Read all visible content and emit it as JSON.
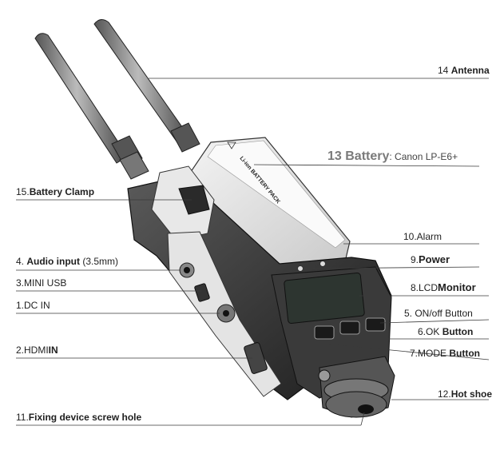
{
  "callouts": {
    "c14": {
      "num": "14 ",
      "name": "Antenna",
      "sub": ""
    },
    "c13": {
      "num": "13 Battery",
      "name": ": Canon LP-E6+",
      "sub": ""
    },
    "c15": {
      "num": "15.",
      "name": "Battery Clamp",
      "sub": ""
    },
    "c10": {
      "num": "10.Alarm",
      "name": "",
      "sub": ""
    },
    "c4": {
      "num": "4. ",
      "name": "Audio input",
      "sub": " (3.5mm)"
    },
    "c9": {
      "num": "9.",
      "name": "Power",
      "sub": ""
    },
    "c3": {
      "num": "3.MINI USB",
      "name": "",
      "sub": ""
    },
    "c8": {
      "num": "8.LCD",
      "name": "Monitor",
      "sub": ""
    },
    "c1": {
      "num": "1.DC IN",
      "name": "",
      "sub": ""
    },
    "c5": {
      "num": "5. ON/off Button",
      "name": "",
      "sub": ""
    },
    "c6": {
      "num": "6.OK ",
      "name": "Button",
      "sub": ""
    },
    "c2": {
      "num": "2.HDMI",
      "name": "IN",
      "sub": ""
    },
    "c7": {
      "num": "7.MODE ",
      "name": "Button",
      "sub": ""
    },
    "c12": {
      "num": "12.",
      "name": "Hot shoe",
      "sub": ""
    },
    "c11": {
      "num": "11.",
      "name": "Fixing device screw hole",
      "sub": ""
    }
  },
  "battery_label": "Li-ion BATTERY PACK",
  "colors": {
    "line": "#3a3a3a",
    "body_dark": "#2b2b2b",
    "body_light": "#e8e8e8"
  }
}
